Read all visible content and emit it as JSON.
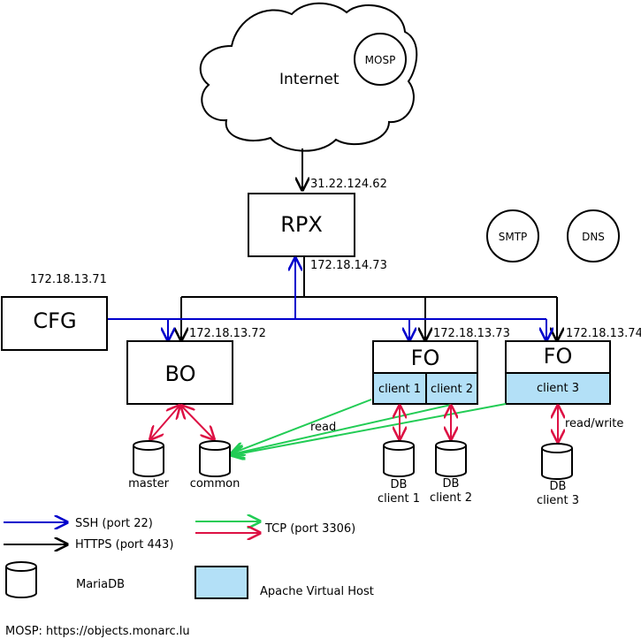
{
  "cloud": {
    "label": "Internet",
    "badge": "MOSP"
  },
  "ip_internet": "31.22.124.62",
  "rpx": {
    "label": "RPX",
    "ip": "172.18.14.73"
  },
  "smtp": "SMTP",
  "dns": "DNS",
  "cfg": {
    "label": "CFG",
    "ip": "172.18.13.71"
  },
  "bo": {
    "label": "BO",
    "ip": "172.18.13.72"
  },
  "fo1": {
    "label": "FO",
    "ip": "172.18.13.73",
    "vhosts": [
      "client 1",
      "client 2"
    ]
  },
  "fo2": {
    "label": "FO",
    "ip": "172.18.13.74",
    "vhosts": [
      "client 3"
    ]
  },
  "db_master": "master",
  "db_common": "common",
  "db_client1": [
    "DB",
    "client 1"
  ],
  "db_client2": [
    "DB",
    "client 2"
  ],
  "db_client3": [
    "DB",
    "client 3"
  ],
  "edge_read": "read",
  "edge_readwrite": "read/write",
  "legend": {
    "ssh": "SSH (port 22)",
    "https": "HTTPS (port 443)",
    "tcp": "TCP (port 3306)",
    "mariadb": "MariaDB",
    "vhost": "Apache Virtual Host"
  },
  "footer": "MOSP: https://objects.monarc.lu",
  "colors": {
    "ssh": "#0000cc",
    "https": "#000000",
    "tcp_green": "#22cc55",
    "tcp_red": "#dd1144",
    "vhost_fill": "#b3e0f7"
  }
}
